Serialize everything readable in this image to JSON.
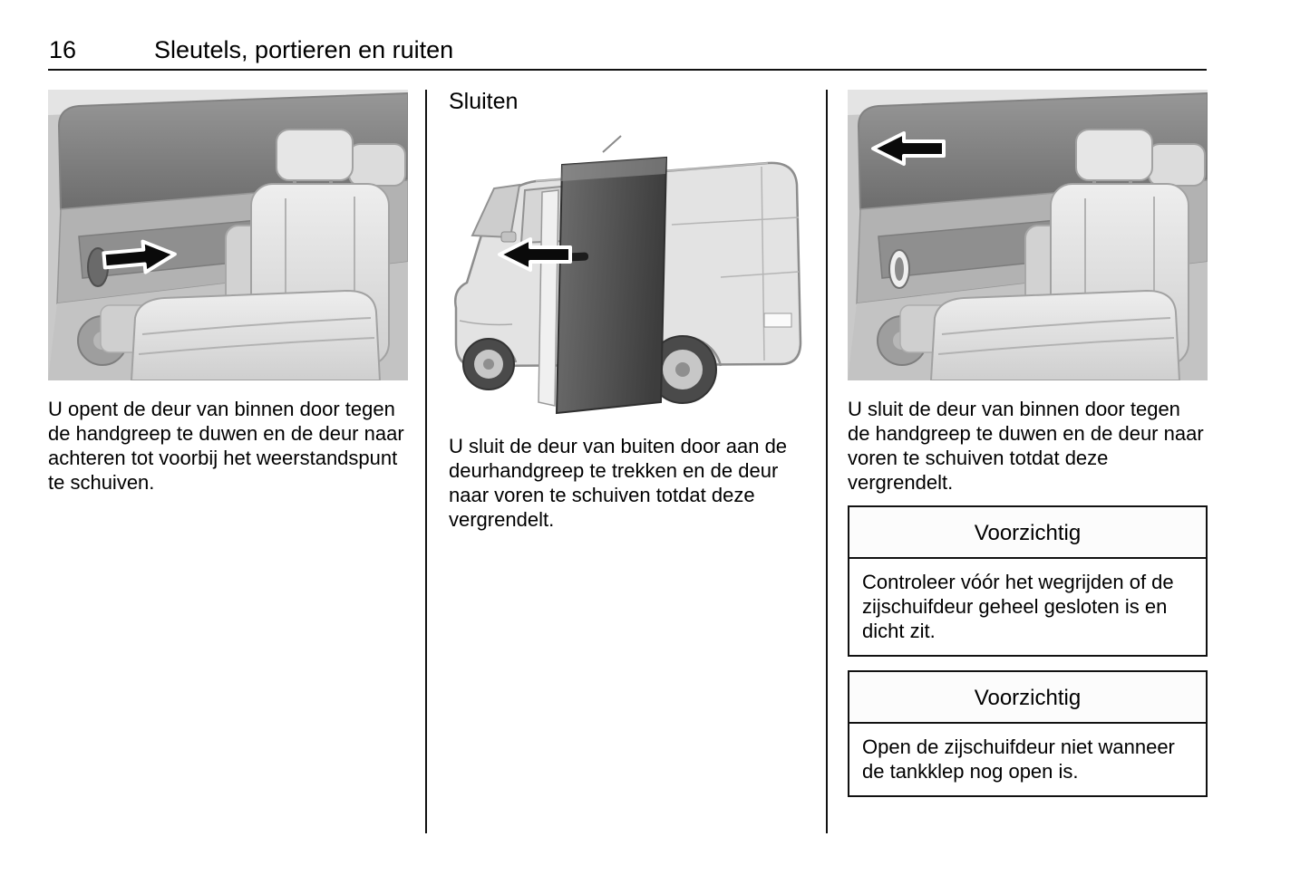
{
  "page": {
    "number": "16",
    "chapter_title": "Sleutels, portieren en ruiten"
  },
  "sections": {
    "open_inside": {
      "figure": "interior-sliding-door-arrow-rearward",
      "caption": "U opent de deur van binnen door tegen de handgreep te duwen en de deur naar achteren tot voorbij het weerstandspunt te schuiven."
    },
    "close_outside": {
      "heading": "Sluiten",
      "figure": "van-exterior-open-sliding-door-arrow-forward",
      "caption": "U sluit de deur van buiten door aan de deurhandgreep te trekken en de deur naar voren te schuiven totdat deze vergrendelt."
    },
    "close_inside": {
      "figure": "interior-sliding-door-arrow-forward",
      "caption": "U sluit de deur van binnen door tegen de handgreep te duwen en de deur naar voren te schuiven totdat deze vergrendelt.",
      "cautions": [
        {
          "title": "Voorzichtig",
          "text": "Controleer vóór het wegrijden of de zijschuifdeur geheel gesloten is en dicht zit."
        },
        {
          "title": "Voorzichtig",
          "text": "Open de zijschuifdeur niet wanneer de tankklep nog open is."
        }
      ]
    }
  },
  "colors": {
    "text": "#000000",
    "rule": "#111111",
    "caution_border": "#111111",
    "arrow_fill": "#0a0a0a"
  }
}
